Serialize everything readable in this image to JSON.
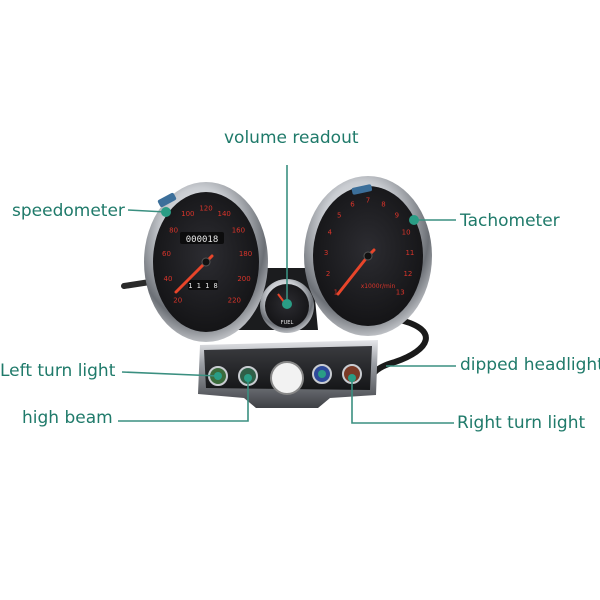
{
  "callouts": {
    "volume_readout": "volume readout",
    "speedometer": "speedometer",
    "tachometer": "Tachometer",
    "left_turn_light": "Left turn light",
    "dipped_headlight": "dipped headlight",
    "high_beam": "high beam",
    "right_turn_light": "Right turn light"
  },
  "gauges": {
    "odometer": "000018",
    "trip": "1 1 1 8",
    "fuel_label": "FUEL",
    "speed_ticks": [
      "20",
      "40",
      "60",
      "80",
      "100",
      "120",
      "140",
      "160",
      "180",
      "200",
      "220"
    ],
    "tach_ticks": [
      "1",
      "2",
      "3",
      "4",
      "5",
      "6",
      "7",
      "8",
      "9",
      "10",
      "11",
      "12",
      "13"
    ],
    "tach_unit": "x1000r/min"
  },
  "colors": {
    "callout_text": "#1f7a6a",
    "leader_line": "#3a8f80",
    "dot": "#2a9d85",
    "needle": "#e8452a",
    "dial_face": "#1c1c1f",
    "dial_numbers": "#d8342a",
    "chrome": "#c9ccd1"
  }
}
